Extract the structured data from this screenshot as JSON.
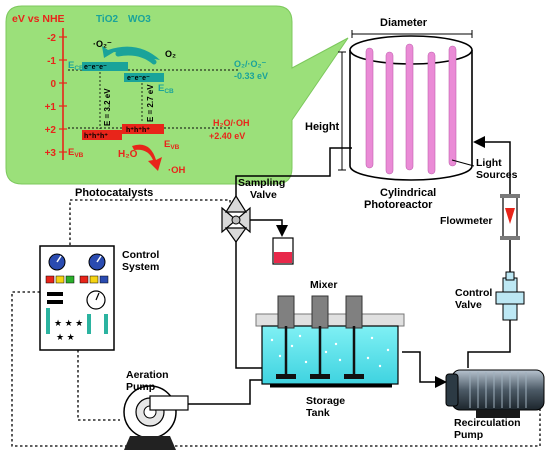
{
  "band_diagram": {
    "axis_title": "eV vs NHE",
    "ticks": [
      "-2",
      "-1",
      "0",
      "+1",
      "+2",
      "+3"
    ],
    "tio2_label": "TiO2",
    "wo3_label": "WO3",
    "e_cb_left": "E",
    "e_cb_right": "E",
    "e_vb_left": "E",
    "e_vb_right": "E",
    "cb_sub": "CB",
    "vb_sub": "VB",
    "eg_tio2": "E = 3.2 eV",
    "eg_wo3": "E = 2.7 eV",
    "o2_radical": "·O₂⁻",
    "o2": "O₂",
    "o2_couple": "O₂/·O₂⁻",
    "o2_potential": "-0.33 eV",
    "oh_couple": "H₂O/·OH",
    "oh_potential": "+2.40 eV",
    "h2o": "H₂O",
    "oh_radical": "·OH",
    "electrons": "e⁻e⁻e⁻",
    "holes": "h⁺h⁺h⁺",
    "caption": "Photocatalysts",
    "bubble_color": "#9be07a",
    "axis_color": "#e8251a",
    "teal_color": "#1aa39a"
  },
  "reactor": {
    "diameter_label": "Diameter",
    "height_label": "Height",
    "name": "Cylindrical Photoreactor",
    "light_label": "Light Sources",
    "lamp_color": "#ea8bd6"
  },
  "components": {
    "sampling_valve": "Sampling Valve",
    "flowmeter": "Flowmeter",
    "control_system": "Control System",
    "control_valve": "Control Valve",
    "mixer": "Mixer",
    "aeration_pump": "Aeration Pump",
    "storage_tank": "Storage Tank",
    "recirculation_pump": "Recirculation Pump"
  }
}
